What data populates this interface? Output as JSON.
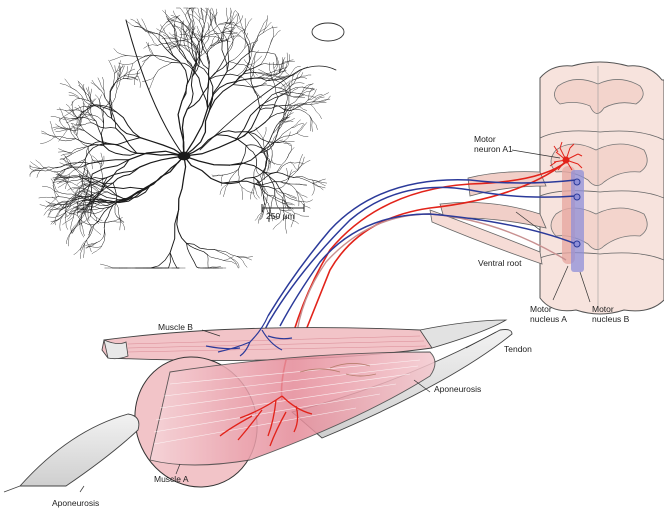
{
  "colors": {
    "red_axon": "#e2231a",
    "blue_axon": "#2b3a9a",
    "muscle_fill": "#f2c4c8",
    "muscle_fibers": "#d94f62",
    "cord_fill": "#f7e3dd",
    "tendon_fill": "#dcdcdc",
    "nucleus_b": "#8f8fd8",
    "nucleus_a": "#e7a9a3",
    "neuron_ink": "#1a1a1a"
  },
  "labels": {
    "motor_neuron": "Motor\nneuron A1",
    "ventral_root": "Ventral root",
    "motor_nucleus_a": "Motor\nnucleus A",
    "motor_nucleus_b": "Motor\nnucleus B",
    "muscle_b": "Muscle B",
    "tendon": "Tendon",
    "aponeurosis_right": "Aponeurosis",
    "muscle_a": "Muscle A",
    "aponeurosis_bottom": "Aponeurosis",
    "scale_bar": "250 µm"
  }
}
